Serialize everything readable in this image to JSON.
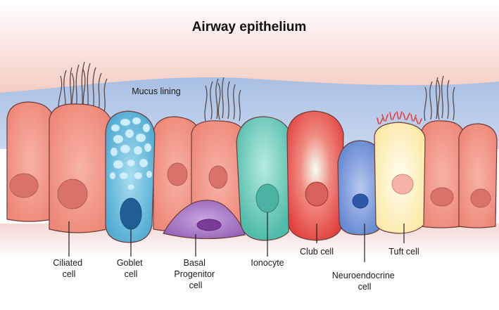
{
  "title": "Airway epithelium",
  "mucus_label": "Mucus lining",
  "labels": {
    "ciliated": [
      "Ciliated",
      "cell"
    ],
    "goblet": [
      "Goblet",
      "cell"
    ],
    "basal": [
      "Basal",
      "Progenitor",
      "cell"
    ],
    "ionocyte": [
      "Ionocyte"
    ],
    "club": [
      "Club cell"
    ],
    "neuroendocrine": [
      "Neuroendocrine",
      "cell"
    ],
    "tuft": [
      "Tuft cell"
    ]
  },
  "colors": {
    "ciliated": "#f2998c",
    "goblet": "#7ecbe6",
    "basal": "#b07fc9",
    "ionocyte": "#7fd3c4",
    "club": "#ec6b66",
    "neuroendocrine": "#7f9fde",
    "tuft": "#fff3c2",
    "mucus": "#9db7de",
    "background_top": "#f6d0c8"
  }
}
